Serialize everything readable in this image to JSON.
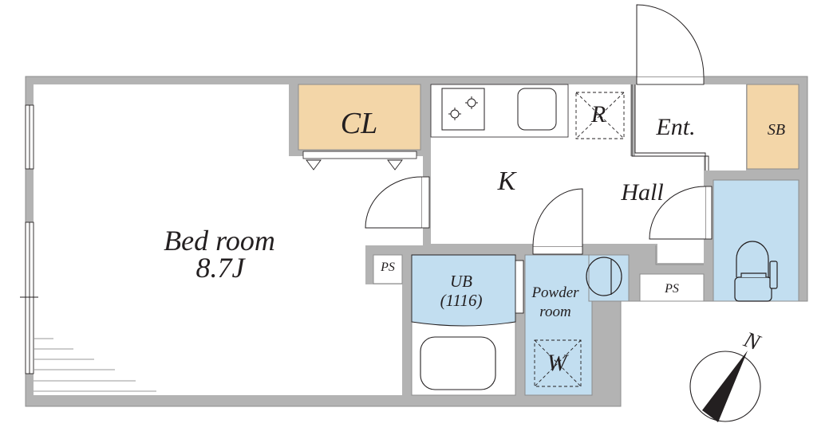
{
  "colors": {
    "wall": "#b3b3b3",
    "wall_edge": "#8c8c8c",
    "storage": "#f3d6a8",
    "wet_area": "#c2def0",
    "line": "#231f20",
    "background": "#ffffff"
  },
  "rooms": {
    "bedroom": {
      "name": "Bed room",
      "size": "8.7J"
    },
    "closet": {
      "label": "CL"
    },
    "kitchen": {
      "label": "K"
    },
    "refrigerator": {
      "label": "R"
    },
    "entrance": {
      "label": "Ent."
    },
    "shoe_box": {
      "label": "SB"
    },
    "hall": {
      "label": "Hall"
    },
    "unit_bath": {
      "label": "UB",
      "size": "(1116)"
    },
    "powder_room": {
      "label_line1": "Powder",
      "label_line2": "room"
    },
    "washer": {
      "label": "W"
    },
    "pipe_space_left": {
      "label": "PS"
    },
    "pipe_space_right": {
      "label": "PS"
    }
  },
  "compass": {
    "label": "N"
  }
}
